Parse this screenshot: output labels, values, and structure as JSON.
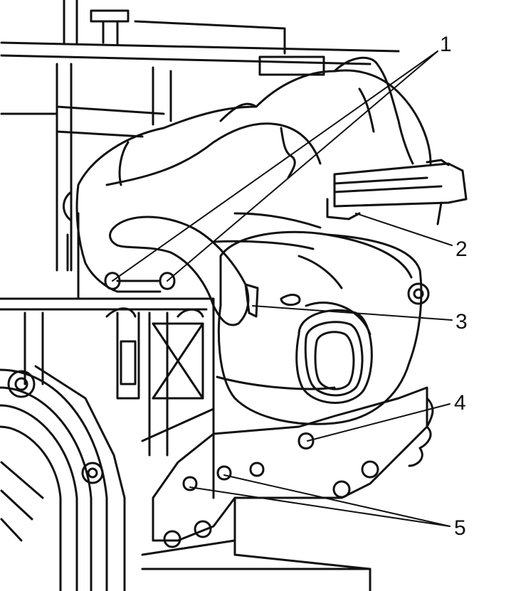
{
  "colors": {
    "ink": "#111111",
    "paper": "#ffffff"
  },
  "callouts": [
    {
      "id": "c1",
      "label": "1"
    },
    {
      "id": "c2",
      "label": "2"
    },
    {
      "id": "c3",
      "label": "3"
    },
    {
      "id": "c4",
      "label": "4"
    },
    {
      "id": "c5",
      "label": "5"
    }
  ]
}
